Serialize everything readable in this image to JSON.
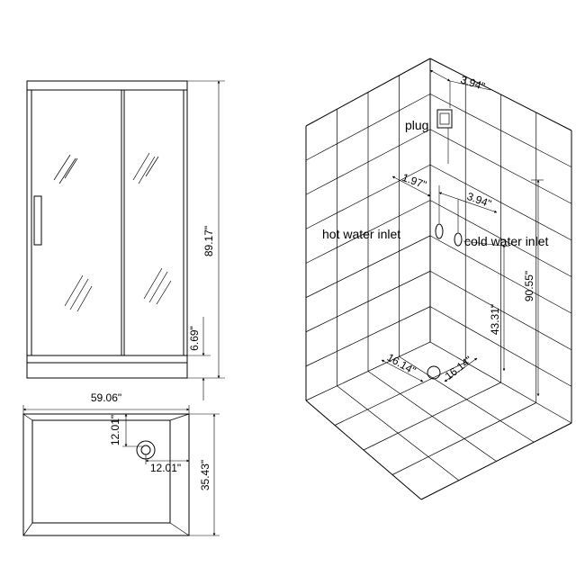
{
  "front_view": {
    "height_label": "89.17\"",
    "base_height_label": "6.69\""
  },
  "top_view": {
    "width_label": "59.06\"",
    "depth_label": "35.43\"",
    "drain_offset_vertical_label": "12.01\"",
    "drain_offset_horizontal_label": "12.01\""
  },
  "iso_view": {
    "plug_label": "plug",
    "plug_offset_label": "3.94\"",
    "hot_water_label": "hot water inlet",
    "cold_water_label": "cold water inlet",
    "hot_inlet_offset_label": "1.97\"",
    "inlet_spacing_label": "3.94\"",
    "inlet_height_label": "43.31\"",
    "total_height_label": "90.55\"",
    "drain_left_label": "16.14\"",
    "drain_right_label": "16.14\""
  }
}
